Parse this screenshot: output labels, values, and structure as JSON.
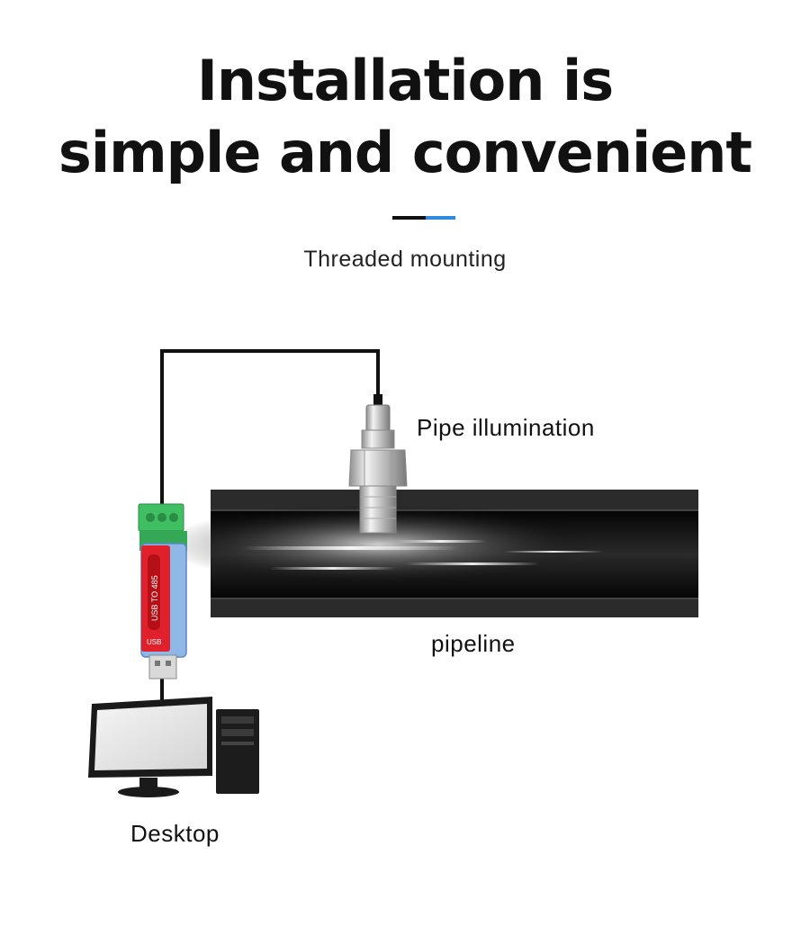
{
  "title": {
    "line1": "Installation is",
    "line2": "simple and convenient"
  },
  "subtitle": "Threaded mounting",
  "labels": {
    "sensor": "Pipe illumination",
    "pipeline": "pipeline",
    "desktop": "Desktop"
  },
  "usb_module": {
    "line1": "USB TO 485",
    "line2": "USB"
  },
  "colors": {
    "accent_dark": "#111111",
    "accent_blue": "#2e8be0",
    "terminal_green": "#3fbf62",
    "module_red": "#e0202a"
  }
}
